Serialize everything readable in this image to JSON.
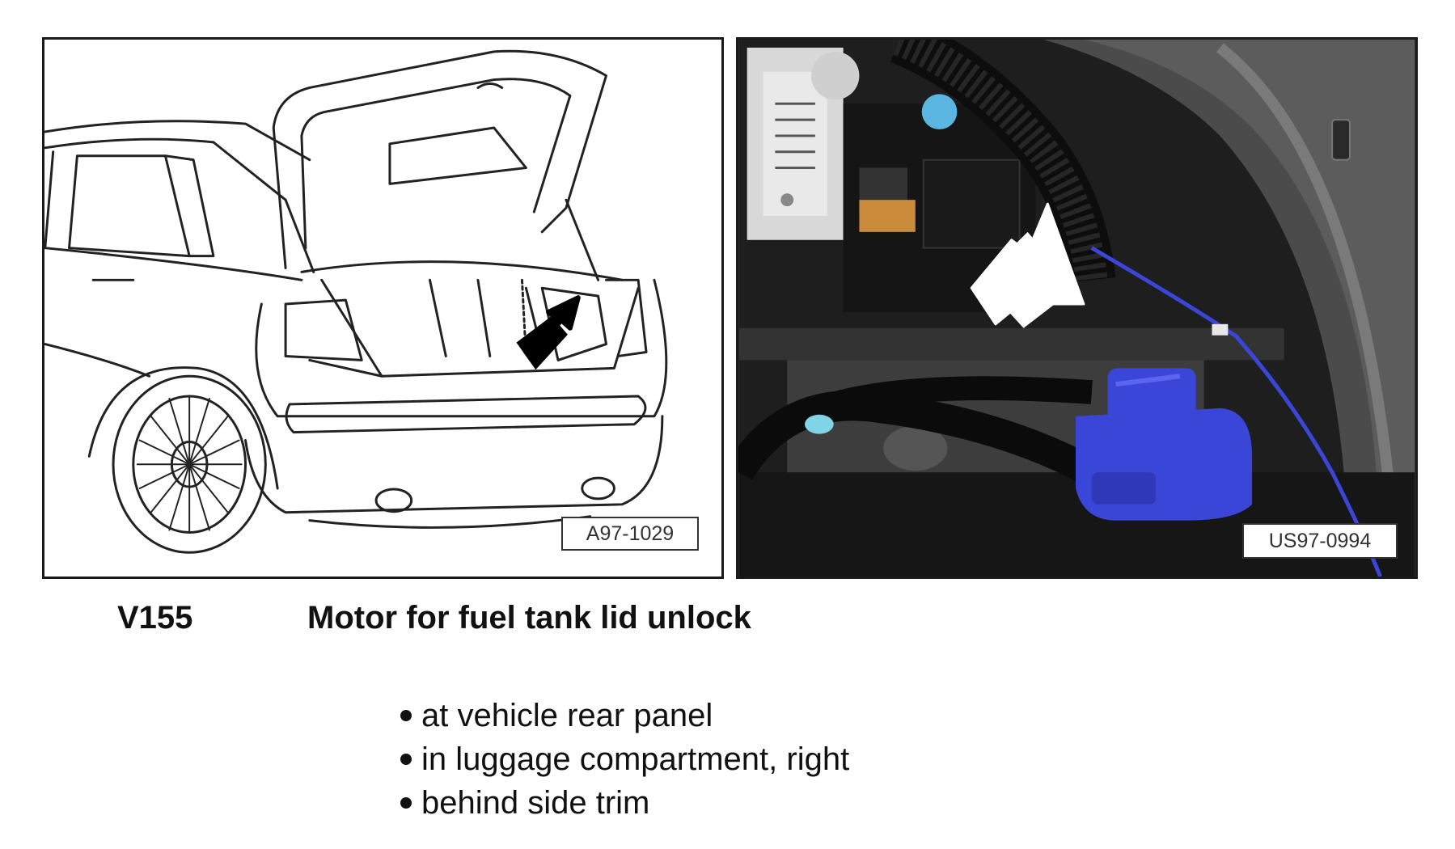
{
  "figure_left": {
    "ref_code": "A97-1029"
  },
  "figure_right": {
    "ref_code": "US97-0994"
  },
  "component": {
    "code": "V155",
    "description": "Motor for fuel tank lid unlock"
  },
  "locations": [
    "at vehicle rear panel",
    "in luggage compartment, right",
    "behind side trim"
  ],
  "colors": {
    "connector_blue": "#3a46d8",
    "panel_border": "#1a1a1a"
  }
}
